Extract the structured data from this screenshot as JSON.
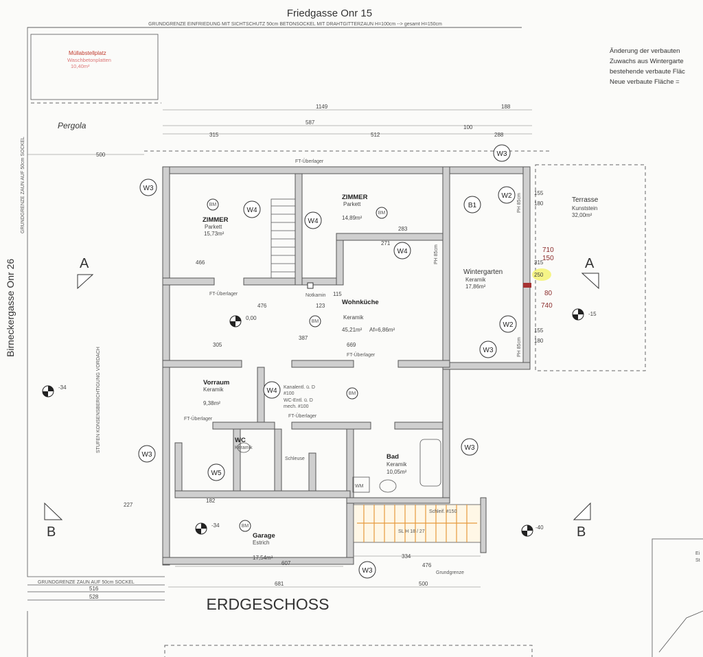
{
  "header": {
    "street": "Friedgasse Onr 15",
    "boundary_note": "GRUNDGRENZE EINFRIEDUNG MIT SICHTSCHUTZ 50cm BETONSOCKEL MIT DRAHTGITTERZAUN H=100cm --> gesamt H=150cm"
  },
  "side": {
    "street_left": "Birneckergasse Onr 26",
    "boundary_left": "GRUNDGRENZE ZAUN AUF 50cm SOCKEL",
    "boundary_bottom": "GRUNDGRENZE ZAUN AUF 50cm SOCKEL",
    "stairs_note": "STUFEN KONSENSBERICHTIGUNG VORDACH",
    "grundgrenze": "Grundgrenze"
  },
  "notes": {
    "line1": "Änderung der verbauten",
    "line2": "Zuwachs aus Wintergarte",
    "line3": "bestehende verbaute Fläc",
    "line4": "Neue verbaute Fläche ="
  },
  "title": "ERDGESCHOSS",
  "pergola": "Pergola",
  "muell": {
    "title": "Müllabstellplatz",
    "sub": "Waschbetonplatten",
    "area": "10,40m²"
  },
  "sections": {
    "a_left": "A",
    "a_right": "A",
    "b_left": "B",
    "b_right": "B"
  },
  "rooms": {
    "zimmer1": {
      "name": "ZIMMER",
      "floor": "Parkett",
      "area": "15,73m²"
    },
    "zimmer2": {
      "name": "ZIMMER",
      "floor": "Parkett",
      "area": "14,89m²"
    },
    "wintergarten": {
      "name": "Wintergarten",
      "floor": "Keramik",
      "area": "17,86m²"
    },
    "terrasse": {
      "name": "Terrasse",
      "floor": "Kunststein",
      "area": "32,00m²"
    },
    "wohnkueche": {
      "name": "Wohnküche",
      "floor": "Keramik",
      "area": "45,21m²",
      "af": "Af=6,86m²"
    },
    "vorraum": {
      "name": "Vorraum",
      "floor": "Keramik",
      "area": "9,38m²"
    },
    "wc": {
      "name": "WC",
      "floor": "Keramik"
    },
    "bad": {
      "name": "Bad",
      "floor": "Keramik",
      "area": "10,05m²"
    },
    "garage": {
      "name": "Garage",
      "floor": "Estrich",
      "area": "17,54m²"
    },
    "schleuse": {
      "name": "Schleuse"
    }
  },
  "labels": {
    "ft_ueberlager": "FT-Überlager",
    "notkamin": "Notkamin",
    "kanal1": "Kanalentl. ü. D",
    "kanal2": "#100",
    "wc_entl": "WC-Entl. ü. D",
    "mech": "mech. #100",
    "wm": "WM",
    "schleif": "Schleif. #150",
    "stair": "SL H 18 / 27",
    "ph85": "PH 85cm",
    "level_0": "0,00",
    "wall_w": [
      "W3",
      "W3",
      "W3",
      "W3",
      "W3",
      "W3",
      "W4",
      "W4",
      "W4",
      "W4",
      "W2",
      "W2",
      "W5"
    ],
    "b1": "B1",
    "bm": "BM"
  },
  "dims": {
    "top_total": "1149",
    "top_right": "188",
    "top_587": "587",
    "top_315": "315",
    "top_512": "512",
    "top_100": "100",
    "top_288": "288",
    "left_500": "500",
    "d_466": "466",
    "d_476": "476",
    "d_387": "387",
    "d_669": "669",
    "d_305": "305",
    "d_123": "123",
    "d_115": "115",
    "d_283": "283",
    "d_271": "271",
    "d_155a": "155",
    "d_180a": "180",
    "d_155b": "155",
    "d_180b": "180",
    "d_315": "315",
    "d_250": "250",
    "d_80": "80",
    "d_740": "740",
    "d_710": "710",
    "d_150": "150",
    "lvl_15": "-15",
    "lvl_34a": "-34",
    "lvl_34b": "-34",
    "lvl_40": "-40",
    "bot_681": "681",
    "bot_607": "607",
    "bot_476": "476",
    "bot_500": "500",
    "bot_334": "334",
    "bot_516": "516",
    "bot_528": "528",
    "bot_182": "182",
    "bot_227": "227"
  },
  "right_box": {
    "l1": "Ei",
    "l2": "St"
  }
}
